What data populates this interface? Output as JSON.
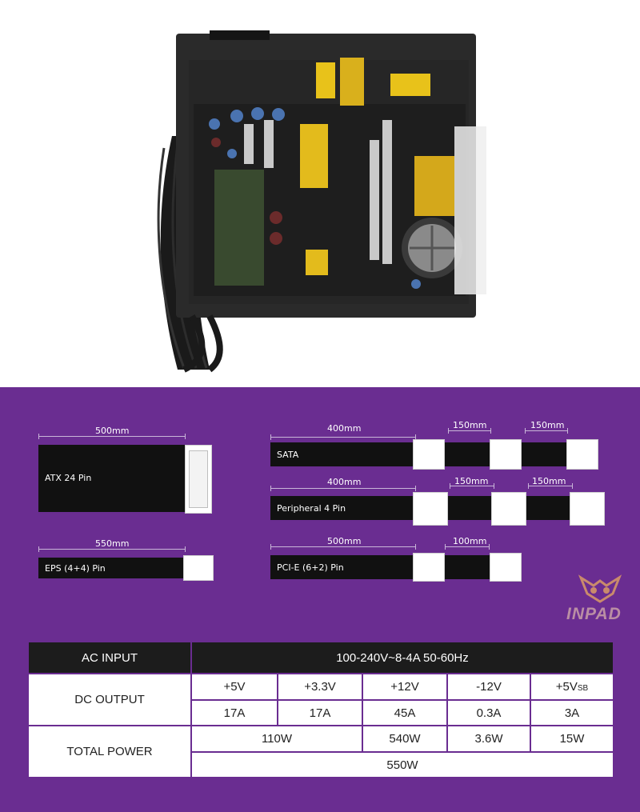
{
  "cables": {
    "atx": {
      "name": "ATX 24 Pin",
      "length": "500mm"
    },
    "sata": {
      "name": "SATA",
      "length1": "400mm",
      "length2": "150mm",
      "length3": "150mm"
    },
    "peripheral": {
      "name": "Peripheral 4 Pin",
      "length1": "400mm",
      "length2": "150mm",
      "length3": "150mm"
    },
    "eps": {
      "name": "EPS (4+4) Pin",
      "length": "550mm"
    },
    "pcie": {
      "name": "PCI-E (6+2) Pin",
      "length1": "500mm",
      "length2": "100mm"
    }
  },
  "watermark": "INPAD",
  "spec_table": {
    "ac_input_label": "AC INPUT",
    "ac_input_value": "100-240V~8-4A 50-60Hz",
    "dc_output_label": "DC OUTPUT",
    "rails": [
      "+5V",
      "+3.3V",
      "+12V",
      "-12V",
      "+5V"
    ],
    "rail_suffix_sb": "SB",
    "currents": [
      "17A",
      "17A",
      "45A",
      "0.3A",
      "3A"
    ],
    "total_power_label": "TOTAL POWER",
    "power_combined": "110W",
    "power_12v": "540W",
    "power_minus12v": "3.6W",
    "power_5vsb": "15W",
    "power_total": "550W"
  },
  "colors": {
    "panel": "#6a2d91",
    "header": "#1c1c1c"
  }
}
